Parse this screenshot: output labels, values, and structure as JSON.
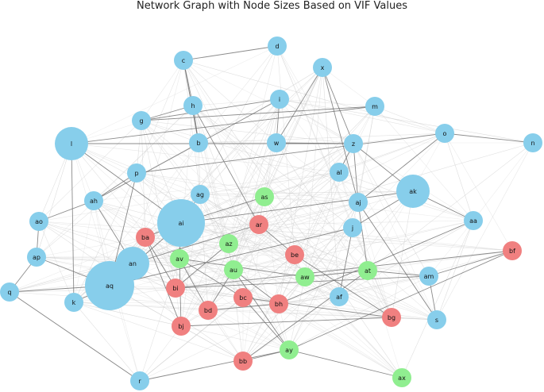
{
  "title": "Network Graph with Node Sizes Based on VIF Values",
  "colors": {
    "blue": "#87ceeb",
    "red": "#f08080",
    "green": "#90ee90",
    "edge_light": "#d0d0d0",
    "edge_dark": "#6e6e6e"
  },
  "nodes": [
    {
      "id": "d",
      "group": "blue",
      "size": "small"
    },
    {
      "id": "c",
      "group": "blue",
      "size": "small"
    },
    {
      "id": "x",
      "group": "blue",
      "size": "small"
    },
    {
      "id": "h",
      "group": "blue",
      "size": "small"
    },
    {
      "id": "i",
      "group": "blue",
      "size": "small"
    },
    {
      "id": "m",
      "group": "blue",
      "size": "small"
    },
    {
      "id": "g",
      "group": "blue",
      "size": "small"
    },
    {
      "id": "o",
      "group": "blue",
      "size": "small"
    },
    {
      "id": "l",
      "group": "blue",
      "size": "medium"
    },
    {
      "id": "b",
      "group": "blue",
      "size": "small"
    },
    {
      "id": "w",
      "group": "blue",
      "size": "small"
    },
    {
      "id": "z",
      "group": "blue",
      "size": "small"
    },
    {
      "id": "n",
      "group": "blue",
      "size": "small"
    },
    {
      "id": "p",
      "group": "blue",
      "size": "small"
    },
    {
      "id": "al",
      "group": "blue",
      "size": "small"
    },
    {
      "id": "ak",
      "group": "blue",
      "size": "medium"
    },
    {
      "id": "ah",
      "group": "blue",
      "size": "small"
    },
    {
      "id": "ag",
      "group": "blue",
      "size": "small"
    },
    {
      "id": "as",
      "group": "green",
      "size": "small"
    },
    {
      "id": "aj",
      "group": "blue",
      "size": "small"
    },
    {
      "id": "ao",
      "group": "blue",
      "size": "small"
    },
    {
      "id": "ai",
      "group": "blue",
      "size": "large"
    },
    {
      "id": "ar",
      "group": "red",
      "size": "small"
    },
    {
      "id": "aa",
      "group": "blue",
      "size": "small"
    },
    {
      "id": "j",
      "group": "blue",
      "size": "small"
    },
    {
      "id": "ba",
      "group": "red",
      "size": "small"
    },
    {
      "id": "az",
      "group": "green",
      "size": "small"
    },
    {
      "id": "bf",
      "group": "red",
      "size": "small"
    },
    {
      "id": "ap",
      "group": "blue",
      "size": "small"
    },
    {
      "id": "an",
      "group": "blue",
      "size": "medium"
    },
    {
      "id": "av",
      "group": "green",
      "size": "small"
    },
    {
      "id": "be",
      "group": "red",
      "size": "small"
    },
    {
      "id": "au",
      "group": "green",
      "size": "small"
    },
    {
      "id": "at",
      "group": "green",
      "size": "small"
    },
    {
      "id": "aw",
      "group": "green",
      "size": "small"
    },
    {
      "id": "am",
      "group": "blue",
      "size": "small"
    },
    {
      "id": "q",
      "group": "blue",
      "size": "small"
    },
    {
      "id": "aq",
      "group": "blue",
      "size": "xlarge"
    },
    {
      "id": "bi",
      "group": "red",
      "size": "small"
    },
    {
      "id": "bc",
      "group": "red",
      "size": "small"
    },
    {
      "id": "af",
      "group": "blue",
      "size": "small"
    },
    {
      "id": "k",
      "group": "blue",
      "size": "small"
    },
    {
      "id": "bh",
      "group": "red",
      "size": "small"
    },
    {
      "id": "bd",
      "group": "red",
      "size": "small"
    },
    {
      "id": "bg",
      "group": "red",
      "size": "small"
    },
    {
      "id": "s",
      "group": "blue",
      "size": "small"
    },
    {
      "id": "bj",
      "group": "red",
      "size": "small"
    },
    {
      "id": "ay",
      "group": "green",
      "size": "small"
    },
    {
      "id": "bb",
      "group": "red",
      "size": "small"
    },
    {
      "id": "ax",
      "group": "green",
      "size": "small"
    },
    {
      "id": "r",
      "group": "blue",
      "size": "small"
    }
  ],
  "dark_edges": [
    [
      "c",
      "d"
    ],
    [
      "c",
      "h"
    ],
    [
      "h",
      "b"
    ],
    [
      "c",
      "b"
    ],
    [
      "g",
      "h"
    ],
    [
      "g",
      "i"
    ],
    [
      "h",
      "ar"
    ],
    [
      "i",
      "w"
    ],
    [
      "i",
      "ah"
    ],
    [
      "x",
      "z"
    ],
    [
      "x",
      "w"
    ],
    [
      "x",
      "aj"
    ],
    [
      "m",
      "g"
    ],
    [
      "l",
      "m"
    ],
    [
      "l",
      "z"
    ],
    [
      "l",
      "k"
    ],
    [
      "l",
      "ai"
    ],
    [
      "w",
      "z"
    ],
    [
      "z",
      "ak"
    ],
    [
      "z",
      "aj"
    ],
    [
      "z",
      "al"
    ],
    [
      "o",
      "n"
    ],
    [
      "o",
      "p"
    ],
    [
      "o",
      "aj"
    ],
    [
      "ak",
      "aa"
    ],
    [
      "ak",
      "j"
    ],
    [
      "ak",
      "ai"
    ],
    [
      "p",
      "ah"
    ],
    [
      "p",
      "aq"
    ],
    [
      "ah",
      "ao"
    ],
    [
      "ah",
      "an"
    ],
    [
      "ag",
      "ai"
    ],
    [
      "as",
      "ai"
    ],
    [
      "ai",
      "aq"
    ],
    [
      "ai",
      "ba"
    ],
    [
      "ai",
      "av"
    ],
    [
      "ar",
      "be"
    ],
    [
      "ar",
      "an"
    ],
    [
      "az",
      "bi"
    ],
    [
      "av",
      "bj"
    ],
    [
      "av",
      "bd"
    ],
    [
      "av",
      "bc"
    ],
    [
      "av",
      "aw"
    ],
    [
      "ba",
      "bj"
    ],
    [
      "ba",
      "bi"
    ],
    [
      "an",
      "aq"
    ],
    [
      "au",
      "bh"
    ],
    [
      "au",
      "ay"
    ],
    [
      "au",
      "bd"
    ],
    [
      "be",
      "bg"
    ],
    [
      "at",
      "aw"
    ],
    [
      "at",
      "bb"
    ],
    [
      "at",
      "am"
    ],
    [
      "at",
      "aj"
    ],
    [
      "am",
      "bi"
    ],
    [
      "am",
      "s"
    ],
    [
      "j",
      "af"
    ],
    [
      "j",
      "aq"
    ],
    [
      "aq",
      "k"
    ],
    [
      "aq",
      "ap"
    ],
    [
      "aq",
      "q"
    ],
    [
      "ap",
      "ao"
    ],
    [
      "q",
      "ap"
    ],
    [
      "q",
      "r"
    ],
    [
      "r",
      "ay"
    ],
    [
      "bb",
      "ay"
    ],
    [
      "ay",
      "ax"
    ],
    [
      "ay",
      "bc"
    ],
    [
      "bj",
      "bg"
    ],
    [
      "bd",
      "bh"
    ],
    [
      "bc",
      "bg"
    ],
    [
      "bf",
      "bi"
    ],
    [
      "bf",
      "ay"
    ],
    [
      "bf",
      "am"
    ],
    [
      "s",
      "aj"
    ],
    [
      "bh",
      "aa"
    ]
  ]
}
